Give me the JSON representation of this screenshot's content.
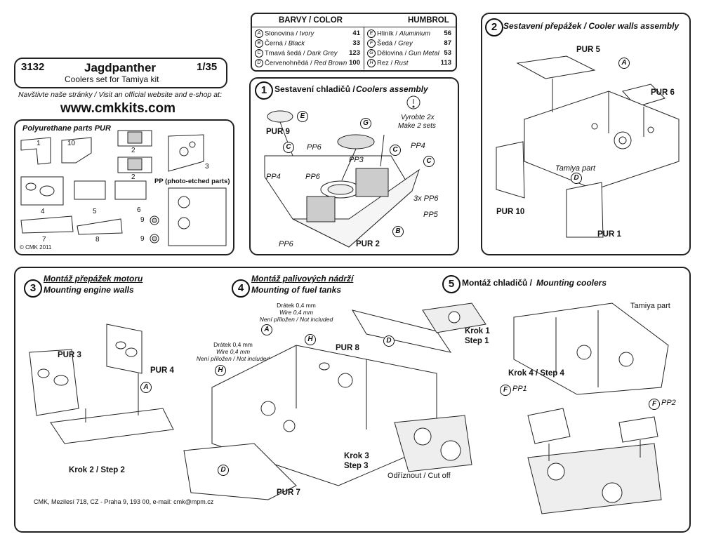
{
  "header": {
    "code": "3132",
    "title": "Jagdpanther",
    "scale": "1/35",
    "subtitle": "Coolers set for Tamiya kit",
    "visit": "Navštivte naše stránky / Visit an official website and e-shop at:",
    "website": "www.cmkkits.com"
  },
  "colors": {
    "heading_left": "BARVY / COLOR",
    "heading_right": "HUMBROL",
    "left": [
      {
        "letter": "A",
        "cz": "Slonovina / ",
        "en": "Ivory",
        "num": "41"
      },
      {
        "letter": "B",
        "cz": "Černá / ",
        "en": "Black",
        "num": "33"
      },
      {
        "letter": "C",
        "cz": "Tmavá šedá / ",
        "en": "Dark Grey",
        "num": "123"
      },
      {
        "letter": "D",
        "cz": "Červenohnědá / ",
        "en": "Red Brown",
        "num": "100"
      }
    ],
    "right": [
      {
        "letter": "E",
        "cz": "Hliník / ",
        "en": "Aluminium",
        "num": "56"
      },
      {
        "letter": "F",
        "cz": "Šedá / ",
        "en": "Grey",
        "num": "87"
      },
      {
        "letter": "G",
        "cz": "Dělovina / ",
        "en": "Gun Metal",
        "num": "53"
      },
      {
        "letter": "H",
        "cz": "Rez / ",
        "en": "Rust",
        "num": "113"
      }
    ]
  },
  "parts": {
    "heading": "Polyurethane parts PUR",
    "pp_heading": "PP (photo-etched parts)",
    "copyright": "© CMK 2011",
    "numbers": [
      "1",
      "10",
      "2",
      "2",
      "3",
      "4",
      "5",
      "6",
      "7",
      "8",
      "9",
      "9"
    ]
  },
  "step1": {
    "num": "1",
    "title_cz": "Sestavení chladičů / ",
    "title_en": "Coolers assembly",
    "note_cz": "Vyrobte 2x",
    "note_en": "Make 2 sets",
    "labels": [
      "PUR 9",
      "PP6",
      "PP3",
      "PP4",
      "PP4",
      "PP6",
      "3x PP6",
      "PP5",
      "PP6",
      "PUR 2"
    ],
    "letters": [
      "E",
      "G",
      "C",
      "C",
      "C",
      "B"
    ]
  },
  "step2": {
    "num": "2",
    "title": "Sestavení přepážek / Cooler walls assembly",
    "labels": [
      "PUR 5",
      "PUR 6",
      "Tamiya part",
      "PUR 10",
      "PUR 1"
    ],
    "letters": [
      "A",
      "D"
    ]
  },
  "step3": {
    "num": "3",
    "title_cz": "Montáž přepážek motoru",
    "title_en": "Mounting engine walls",
    "labels": [
      "PUR 3",
      "PUR 4",
      "Krok 2 / Step 2"
    ],
    "letters": [
      "A"
    ]
  },
  "step4": {
    "num": "4",
    "title_cz": "Montáž palivových nádrží",
    "title_en": "Mounting of fuel tanks",
    "wire1": [
      "Drátek 0,4 mm",
      "Wire 0,4 mm",
      "Není přiložen / Not included"
    ],
    "wire2": [
      "Drátek 0,4 mm",
      "Wire 0,4 mm",
      "Není přiložen / Not included"
    ],
    "labels": [
      "PUR 8",
      "PUR 7",
      "Krok 3",
      "Step 3",
      "Odříznout / Cut off"
    ],
    "letters": [
      "A",
      "H",
      "H",
      "D",
      "D"
    ]
  },
  "step5": {
    "num": "5",
    "title_cz": "Montáž chladičů / ",
    "title_en": "Mounting coolers",
    "labels": [
      "Krok 1",
      "Step 1",
      "Tamiya part",
      "Krok 4 / Step 4",
      "PP1",
      "PP2"
    ],
    "letters": [
      "F",
      "F"
    ]
  },
  "footer": {
    "address": "CMK, Mezilesí 718, CZ - Praha 9, 193 00, e-mail: cmk@mpm.cz"
  }
}
